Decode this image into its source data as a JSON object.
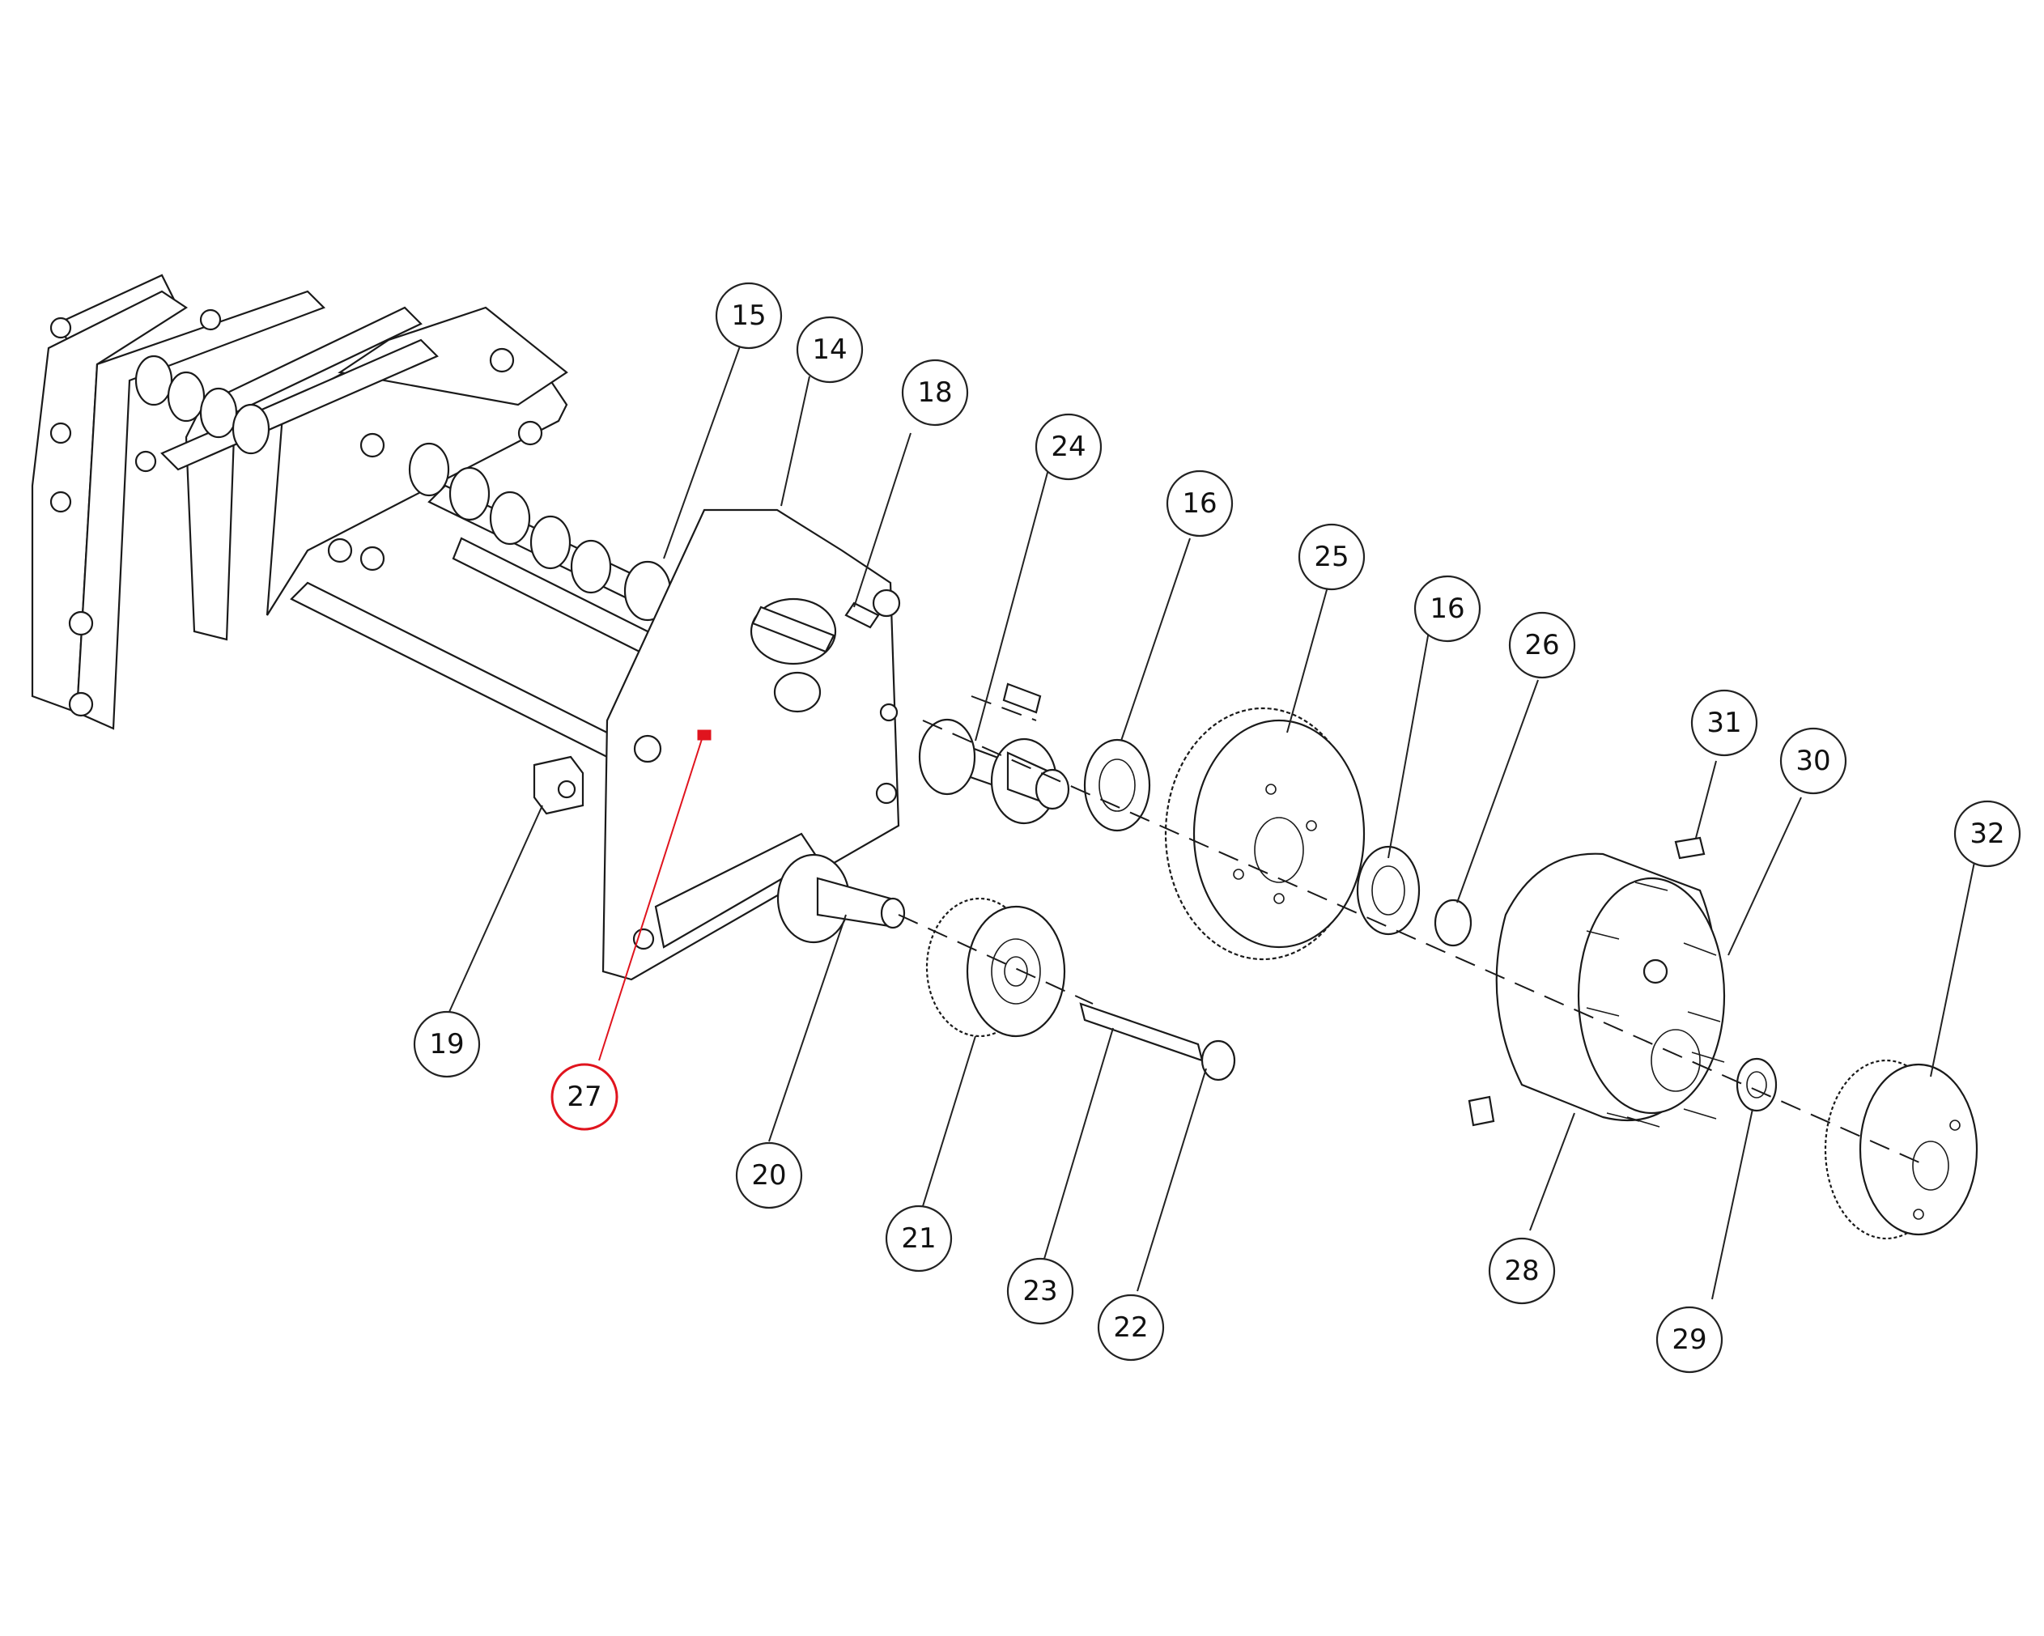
{
  "callouts": [
    {
      "id": "15",
      "label": "15",
      "highlight": false
    },
    {
      "id": "14",
      "label": "14",
      "highlight": false
    },
    {
      "id": "18",
      "label": "18",
      "highlight": false
    },
    {
      "id": "24",
      "label": "24",
      "highlight": false
    },
    {
      "id": "16a",
      "label": "16",
      "highlight": false
    },
    {
      "id": "25",
      "label": "25",
      "highlight": false
    },
    {
      "id": "16b",
      "label": "16",
      "highlight": false
    },
    {
      "id": "26",
      "label": "26",
      "highlight": false
    },
    {
      "id": "31",
      "label": "31",
      "highlight": false
    },
    {
      "id": "30",
      "label": "30",
      "highlight": false
    },
    {
      "id": "32",
      "label": "32",
      "highlight": false
    },
    {
      "id": "19",
      "label": "19",
      "highlight": false
    },
    {
      "id": "27",
      "label": "27",
      "highlight": true
    },
    {
      "id": "20",
      "label": "20",
      "highlight": false
    },
    {
      "id": "21",
      "label": "21",
      "highlight": false
    },
    {
      "id": "23",
      "label": "23",
      "highlight": false
    },
    {
      "id": "22",
      "label": "22",
      "highlight": false
    },
    {
      "id": "28",
      "label": "28",
      "highlight": false
    },
    {
      "id": "29",
      "label": "29",
      "highlight": false
    }
  ],
  "colors": {
    "line": "#1a1a1a",
    "highlight": "#e0141e",
    "background": "#ffffff"
  }
}
